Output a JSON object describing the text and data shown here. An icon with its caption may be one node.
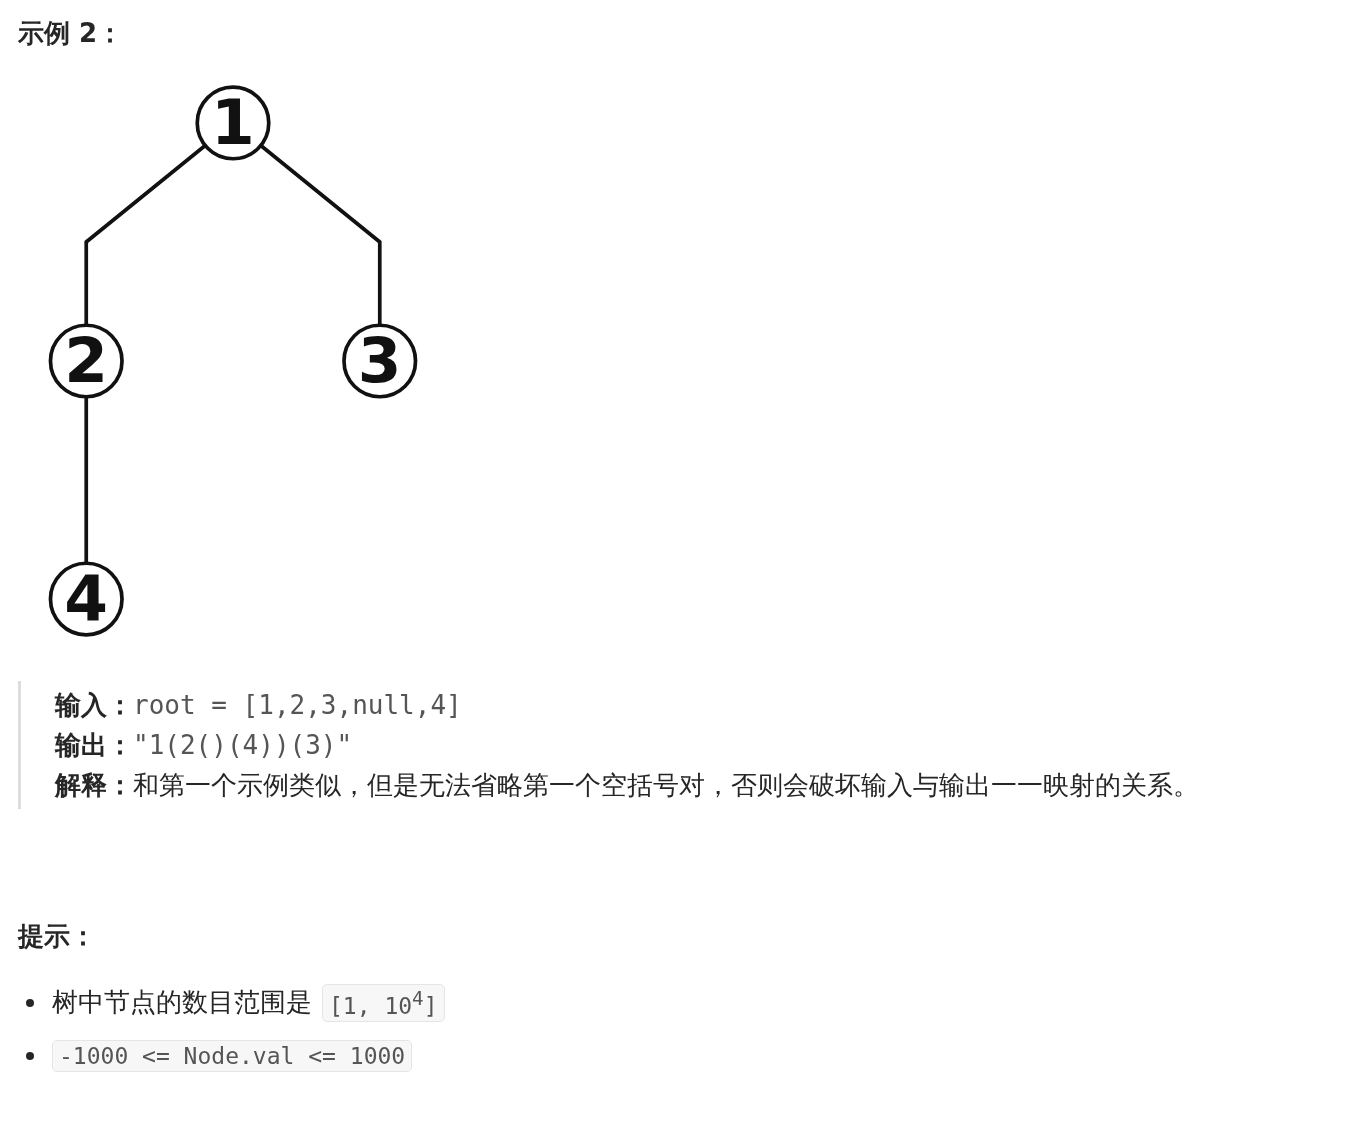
{
  "diagram": {
    "title": "示例 2：",
    "nodes": [
      {
        "text": [
          "1"
        ]
      },
      {
        "text": [
          "2"
        ]
      },
      {
        "text": [
          "3"
        ]
      },
      {
        "text": [
          "4"
        ]
      }
    ],
    "edges": [
      {
        "from": 0,
        "to": 1,
        "arrow": "none"
      },
      {
        "from": 0,
        "to": 2,
        "arrow": "none"
      },
      {
        "from": 1,
        "to": 3,
        "arrow": "none"
      }
    ],
    "labels": [
      "输入：",
      "root = [1,2,3,null,4]",
      "输出：",
      "\"1(2()(4))(3)\"",
      "解释：",
      "和第一个示例类似，但是无法省略第一个空括号对，否则会破坏输入与输出一一映射的关系。",
      "提示：",
      "树中节点的数目范围是",
      "[1, 10$^{4}$]",
      "-1000 <= Node.val <= 1000"
    ]
  }
}
